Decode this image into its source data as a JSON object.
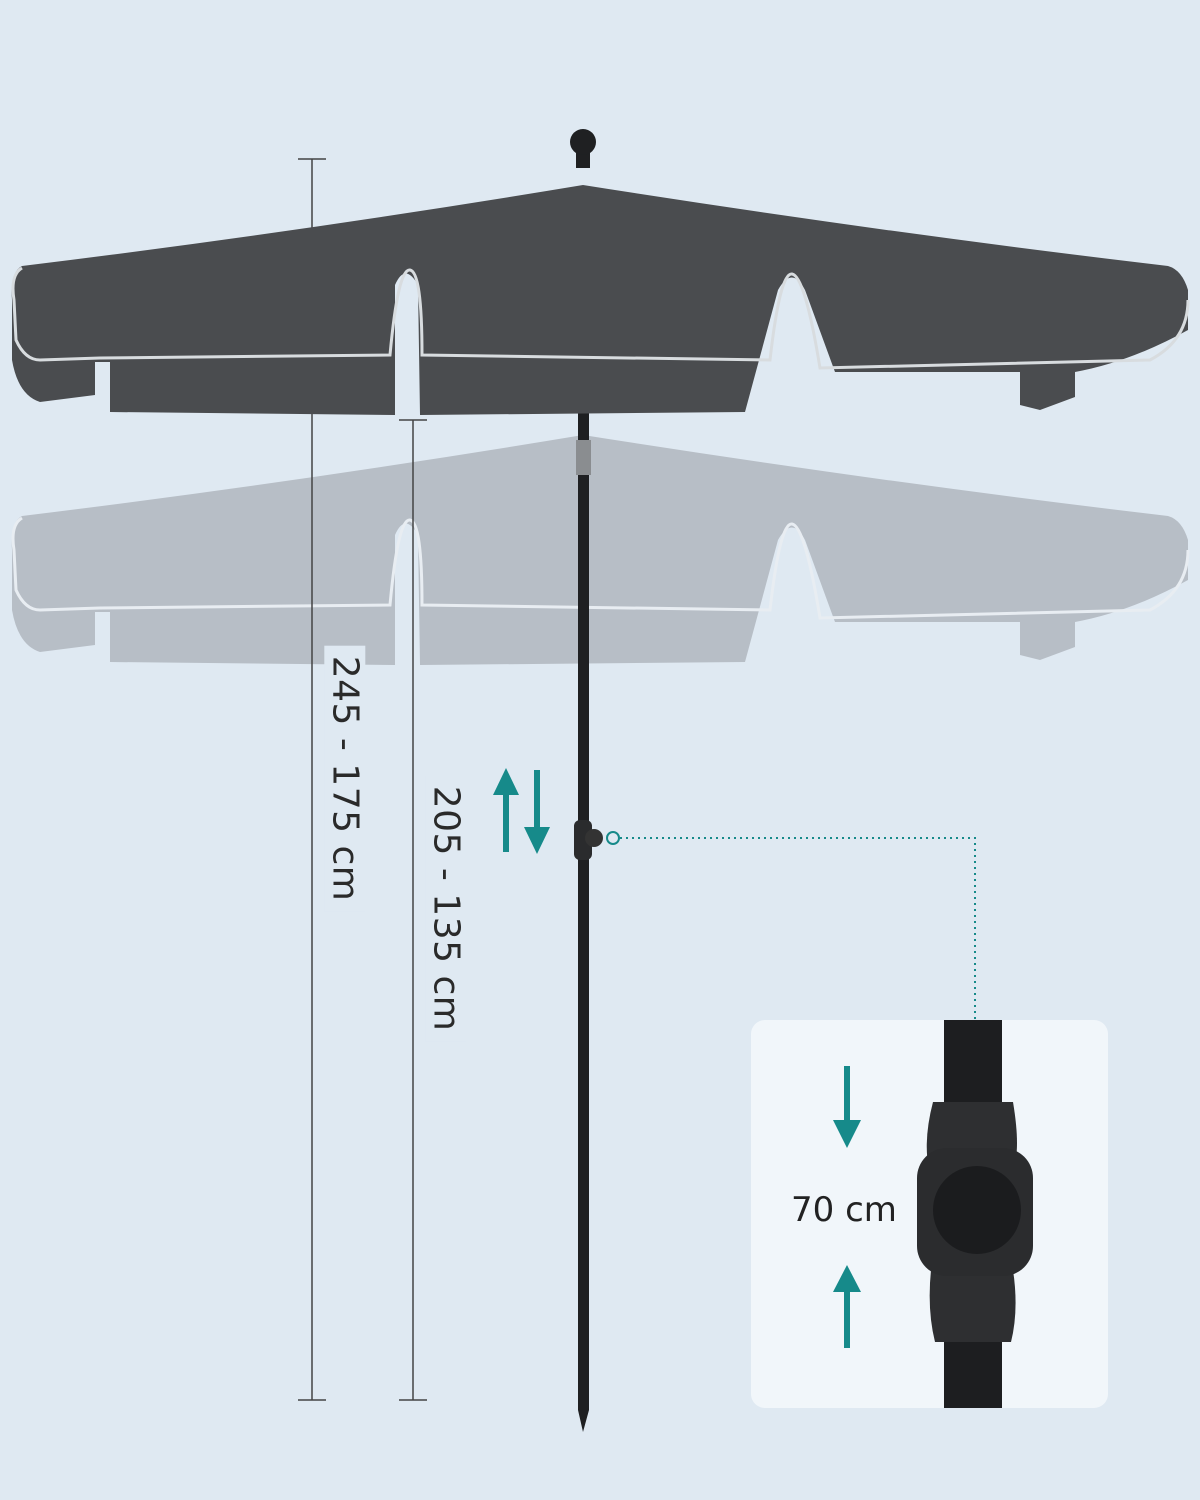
{
  "dimensions": {
    "total_height_range": "245 - 175 cm",
    "lowered_height_range": "205 - 135 cm",
    "tilt_adjust_height": "70 cm"
  },
  "icons": [
    "height-adjust-arrows-icon",
    "arrow-down-icon",
    "arrow-up-icon"
  ],
  "colors": {
    "background": "#dfe9f2",
    "canopy": "#4a4c4f",
    "canopy_ghost": "#b7bec6",
    "accent_teal": "#168a8a",
    "pole": "#1f2022"
  }
}
